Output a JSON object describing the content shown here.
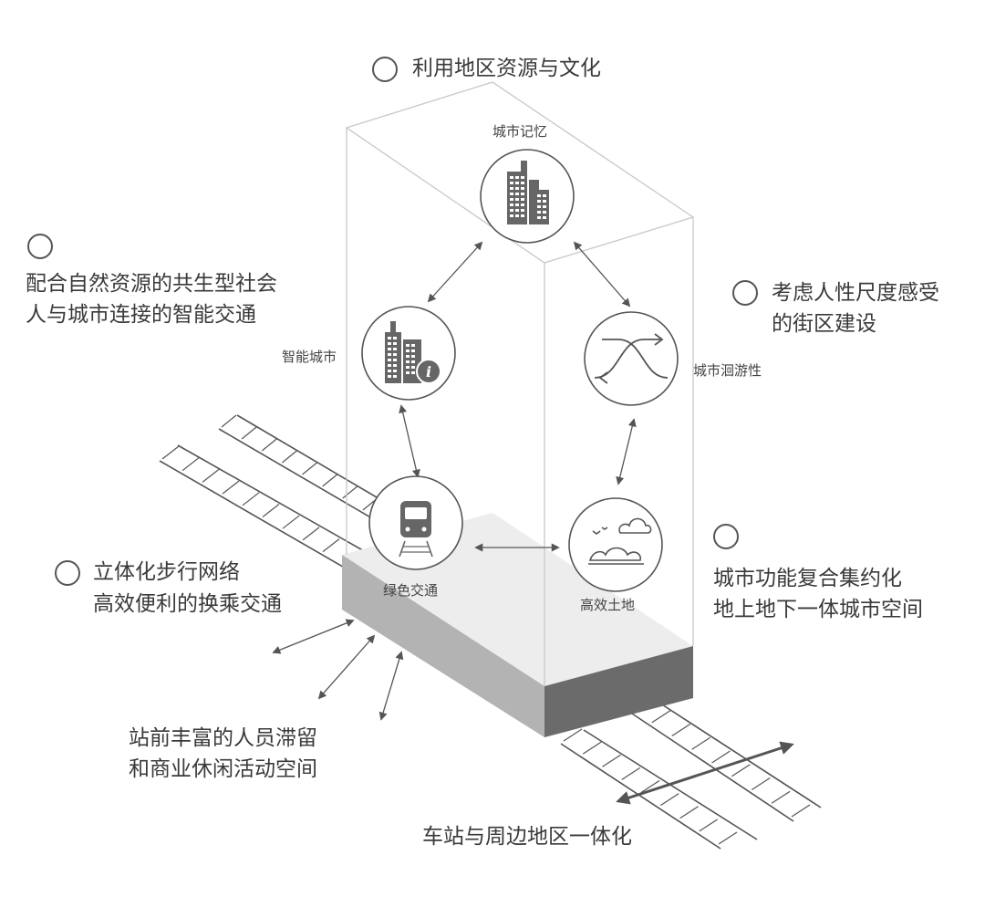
{
  "title": "利用地区资源与文化",
  "top_node": "城市记忆",
  "left_node": "智能城市",
  "right_node": "城市洄游性",
  "bottom_left_node": "绿色交通",
  "bottom_right_node": "高效土地",
  "left_note": {
    "line1": "配合自然资源的共生型社会",
    "line2": "人与城市连接的智能交通"
  },
  "right_note": {
    "line1": "考虑人性尺度感受",
    "line2": "的街区建设"
  },
  "walk_note": {
    "line1": "立体化步行网络",
    "line2": "高效便利的换乘交通"
  },
  "land_note": {
    "line1": "城市功能复合集约化",
    "line2": "地上地下一体城市空间"
  },
  "plaza_note": {
    "line1": "站前丰富的人员滞留",
    "line2": "和商业休闲活动空间"
  },
  "bottom_caption": "车站与周边地区一体化",
  "icons": [
    "buildings-icon",
    "smart-city-icon",
    "loop-arrows-icon",
    "train-icon",
    "land-icon"
  ]
}
